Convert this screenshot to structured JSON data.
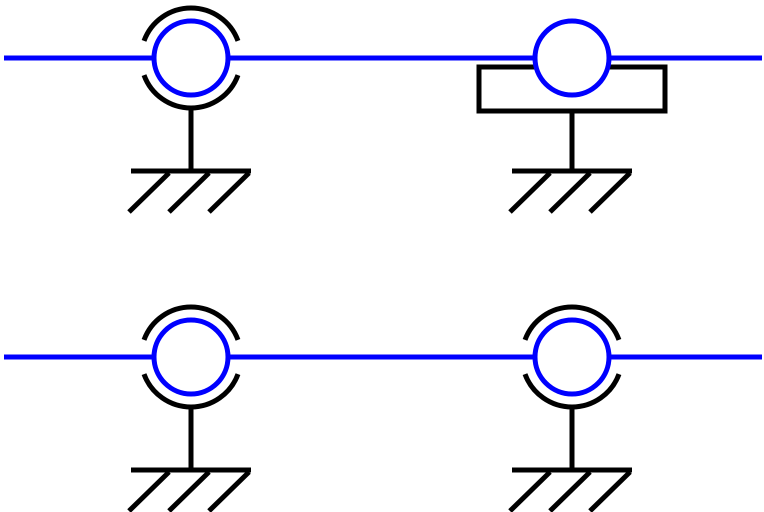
{
  "colors": {
    "shaft": "#0000ff",
    "support": "#000000",
    "background": "#ffffff"
  },
  "rows": [
    {
      "name": "top-row",
      "supports": [
        {
          "name": "left",
          "type": "spherical-bearing"
        },
        {
          "name": "right",
          "type": "slider-bearing"
        }
      ]
    },
    {
      "name": "bottom-row",
      "supports": [
        {
          "name": "left",
          "type": "spherical-bearing"
        },
        {
          "name": "right",
          "type": "spherical-bearing"
        }
      ]
    }
  ]
}
